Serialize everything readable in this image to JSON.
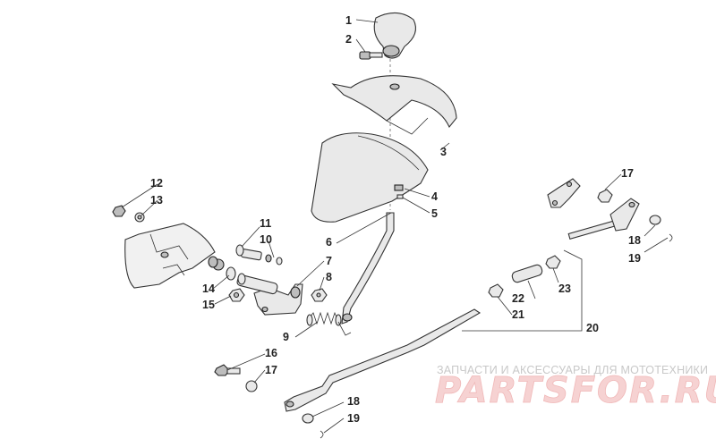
{
  "callouts": {
    "c1": "1",
    "c2": "2",
    "c3": "3",
    "c4": "4",
    "c5": "5",
    "c6": "6",
    "c7": "7",
    "c8": "8",
    "c9": "9",
    "c10": "10",
    "c11": "11",
    "c12": "12",
    "c13": "13",
    "c14": "14",
    "c15": "15",
    "c16": "16",
    "c17a": "17",
    "c17b": "17",
    "c18a": "18",
    "c18b": "18",
    "c19a": "19",
    "c19b": "19",
    "c20": "20",
    "c21": "21",
    "c22": "22",
    "c23": "23"
  },
  "watermark": {
    "subtitle": "ЗАПЧАСТИ И АКСЕССУАРЫ ДЛЯ МОТОТЕХНИКИ",
    "brand": "PARTSFOR.RU"
  },
  "colors": {
    "line": "#333333",
    "part_fill": "#e9e9e9",
    "watermark": "#f0b8b8"
  }
}
